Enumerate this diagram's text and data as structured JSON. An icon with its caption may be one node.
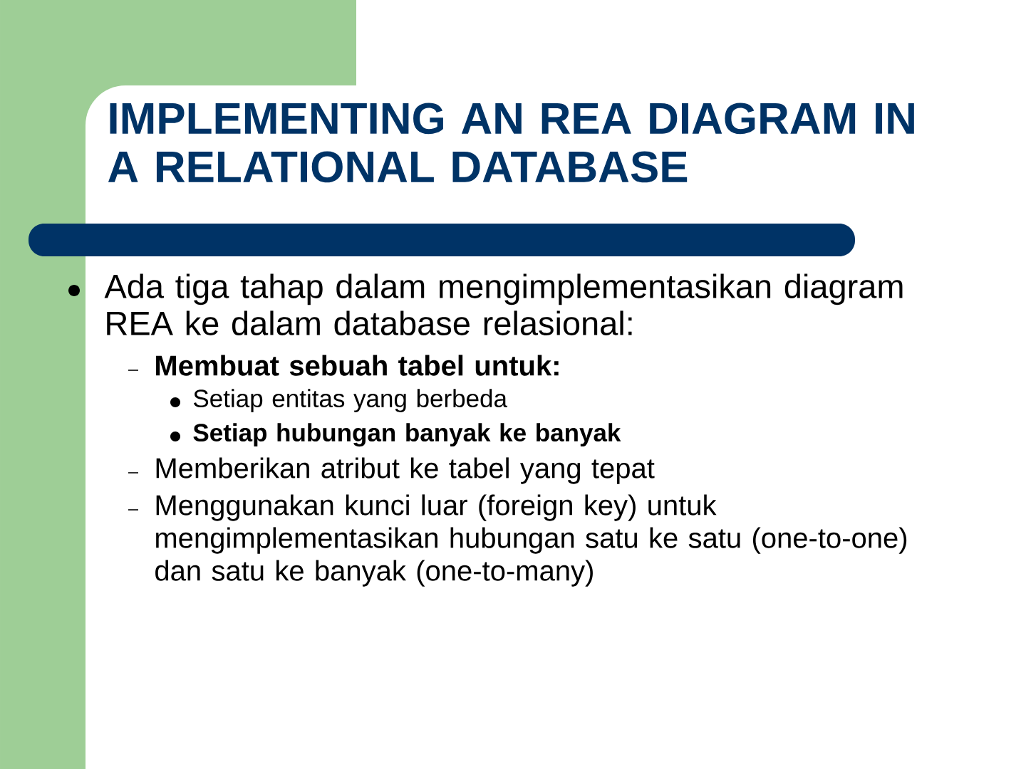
{
  "diagram": {
    "title": "IMPLEMENTING AN REA DIAGRAM IN A RELATIONAL DATABASE",
    "labels": [
      "Ada tiga tahap dalam mengimplementasikan diagram REA ke dalam database relasional:",
      "Membuat sebuah tabel untuk:",
      "Setiap entitas yang berbeda",
      "Setiap hubungan banyak ke banyak",
      "Memberikan atribut ke tabel yang tepat",
      "Menggunakan kunci luar (foreign key) untuk mengimplementasikan hubungan satu ke satu (one-to-one) dan satu ke banyak (one-to-many)"
    ]
  }
}
